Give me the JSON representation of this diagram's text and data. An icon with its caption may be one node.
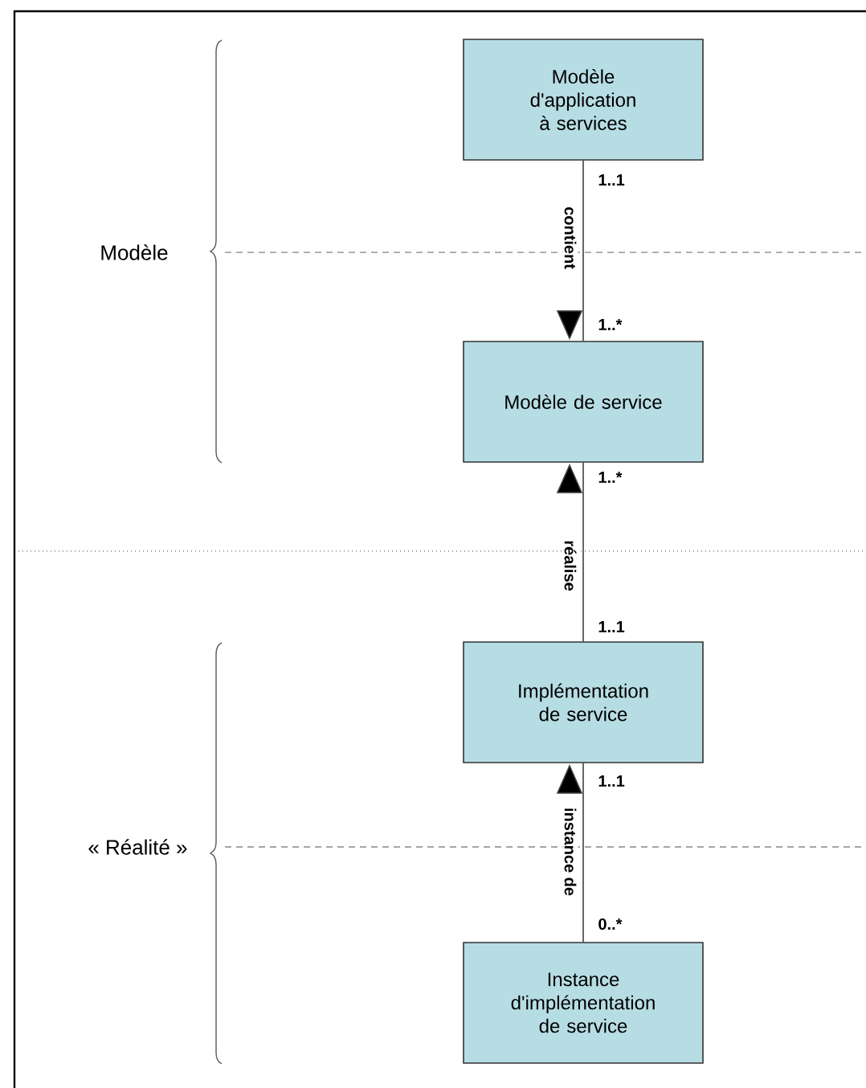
{
  "diagram": {
    "nodes": [
      {
        "text": [
          "Modèle d'application à services"
        ]
      },
      {
        "text": [
          "Modèle de service"
        ]
      },
      {
        "text": [
          "Implémentation de service"
        ]
      },
      {
        "text": [
          "Instance d'implémentation de service"
        ]
      }
    ],
    "edges": [
      {
        "from": 0,
        "to": 1,
        "arrow": "to",
        "label": "contient"
      },
      {
        "from": 2,
        "to": 1,
        "arrow": "to",
        "label": "réalise"
      },
      {
        "from": 3,
        "to": 2,
        "arrow": "to",
        "label": "instance de"
      }
    ],
    "labels": [
      "1..1",
      "Modèle",
      "1..*",
      "1..*",
      "1..1",
      "1..1",
      "« Réalité »",
      "0..*"
    ]
  }
}
